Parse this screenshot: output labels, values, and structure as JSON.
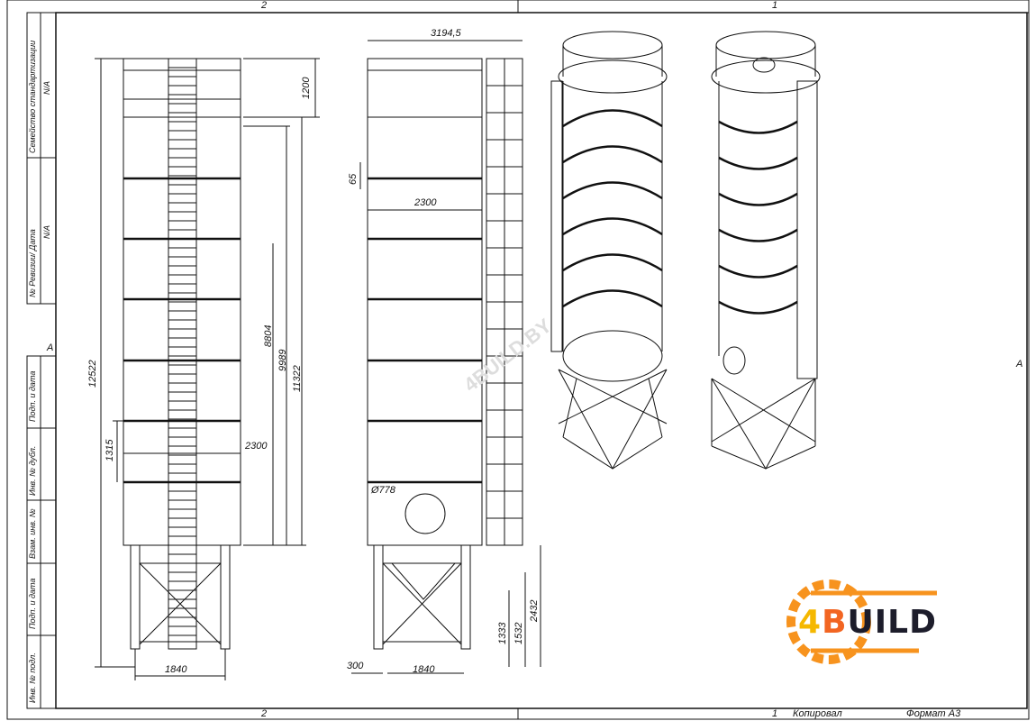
{
  "frame": {
    "zones_top": [
      "2",
      "1"
    ],
    "zones_bottom": [
      "2",
      "1"
    ],
    "zone_side": "A",
    "copied_label": "Копировал",
    "format_label": "Формат А3"
  },
  "stamps": {
    "top": [
      {
        "label": "Семейство стандартизации",
        "value": "N/A"
      },
      {
        "label": "№ Ревизии/ Дата",
        "value": "N/A"
      }
    ],
    "bottom": [
      "Подп. и дата",
      "Инв. № дубл.",
      "Взам. инв. №",
      "Подп. и дата",
      "Инв. № подл."
    ]
  },
  "dimensions": {
    "front": {
      "total_height": "12522",
      "platform": "1200",
      "d8804": "8804",
      "d9989": "9989",
      "d11322": "11322",
      "d1315": "1315",
      "diameter": "2300",
      "base": "1840"
    },
    "side": {
      "width": "3194,5",
      "d65": "65",
      "diameter": "2300",
      "hatch": "Ø778",
      "d1333": "1333",
      "d1532": "1532",
      "d2432": "2432",
      "d300": "300",
      "base": "1840"
    }
  },
  "watermark": "4BUILD.BY",
  "logo": {
    "text_a": "4",
    "text_b": "B",
    "text_c": "UILD",
    "colors": {
      "orange": "#f7931e",
      "dark": "#1d1d2b",
      "yellow": "#f5b800"
    }
  }
}
